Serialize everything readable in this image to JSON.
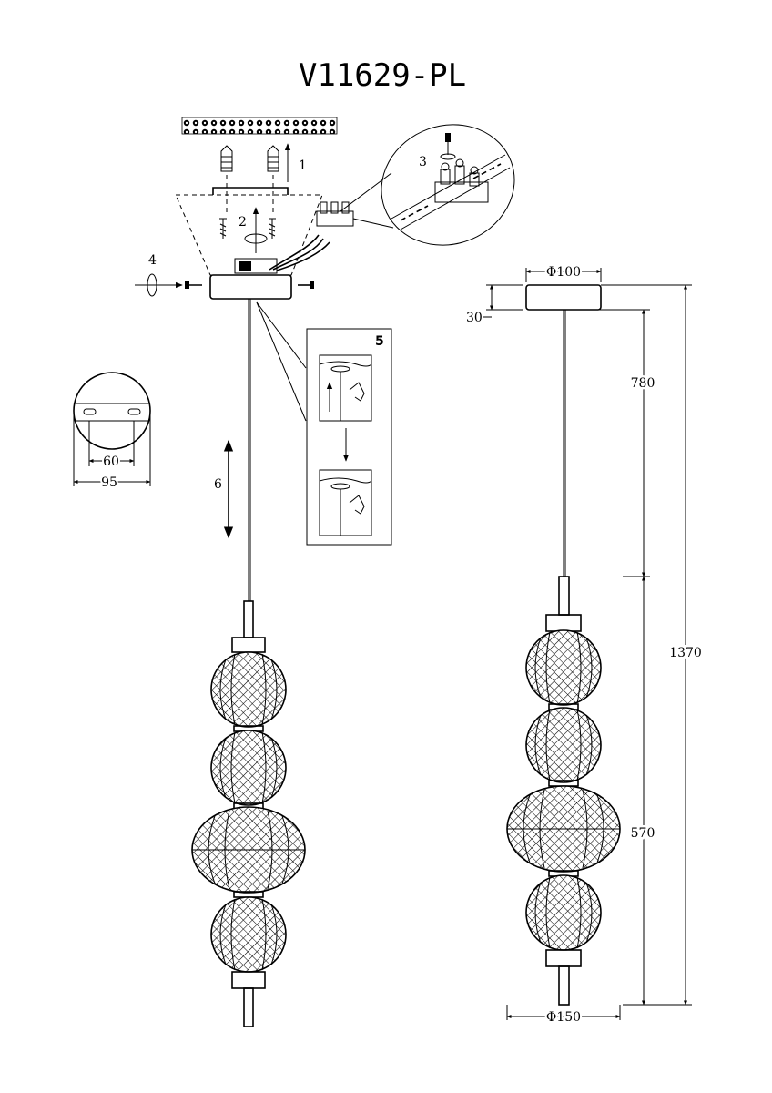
{
  "title": "V11629-PL",
  "steps": [
    "1",
    "2",
    "3",
    "4",
    "5",
    "6"
  ],
  "dimensions": {
    "canopy_diameter": "Φ100",
    "canopy_height": "30",
    "cable_length": "780",
    "lamp_height": "570",
    "total_height": "1370",
    "shade_diameter": "Φ150",
    "bracket_slot_spacing": "60",
    "bracket_diameter": "95"
  }
}
